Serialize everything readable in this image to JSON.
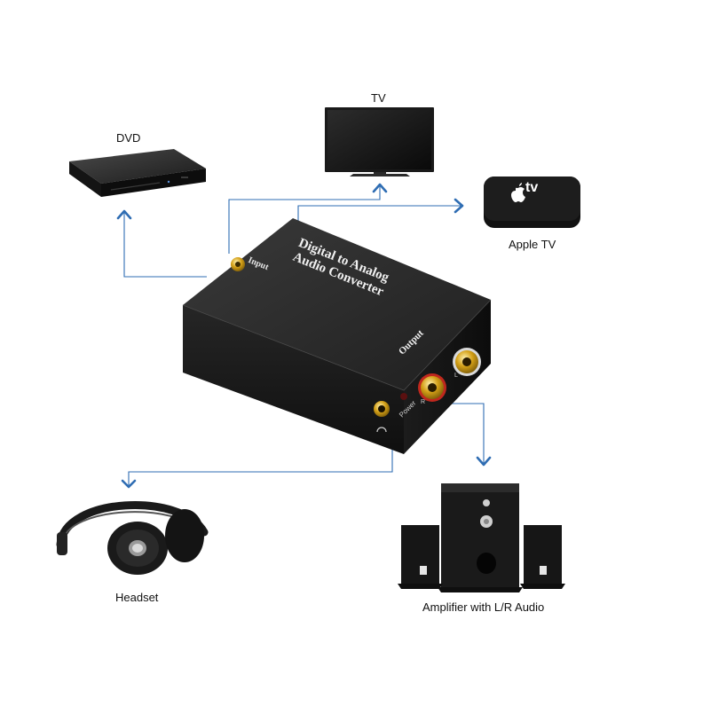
{
  "devices": {
    "dvd": {
      "label": "DVD",
      "icon": "dvd-player-icon"
    },
    "tv": {
      "label": "TV",
      "icon": "tv-icon"
    },
    "apple_tv": {
      "label": "Apple TV",
      "icon": "apple-tv-icon",
      "badge": "tv"
    },
    "headset": {
      "label": "Headset",
      "icon": "headphones-icon"
    },
    "amplifier": {
      "label": "Amplifier with L/R Audio",
      "icon": "speaker-system-icon"
    }
  },
  "converter": {
    "title_line1": "Digital to Analog",
    "title_line2": "Audio Converter",
    "input_label": "Input",
    "output_label": "Output",
    "power_label": "Power",
    "right_channel": "R",
    "left_channel": "L"
  },
  "colors": {
    "connector": "#2f6db3",
    "device_body": "#1b1b1b",
    "rca_gold": "#d4a017",
    "rca_red": "#c0281e"
  }
}
